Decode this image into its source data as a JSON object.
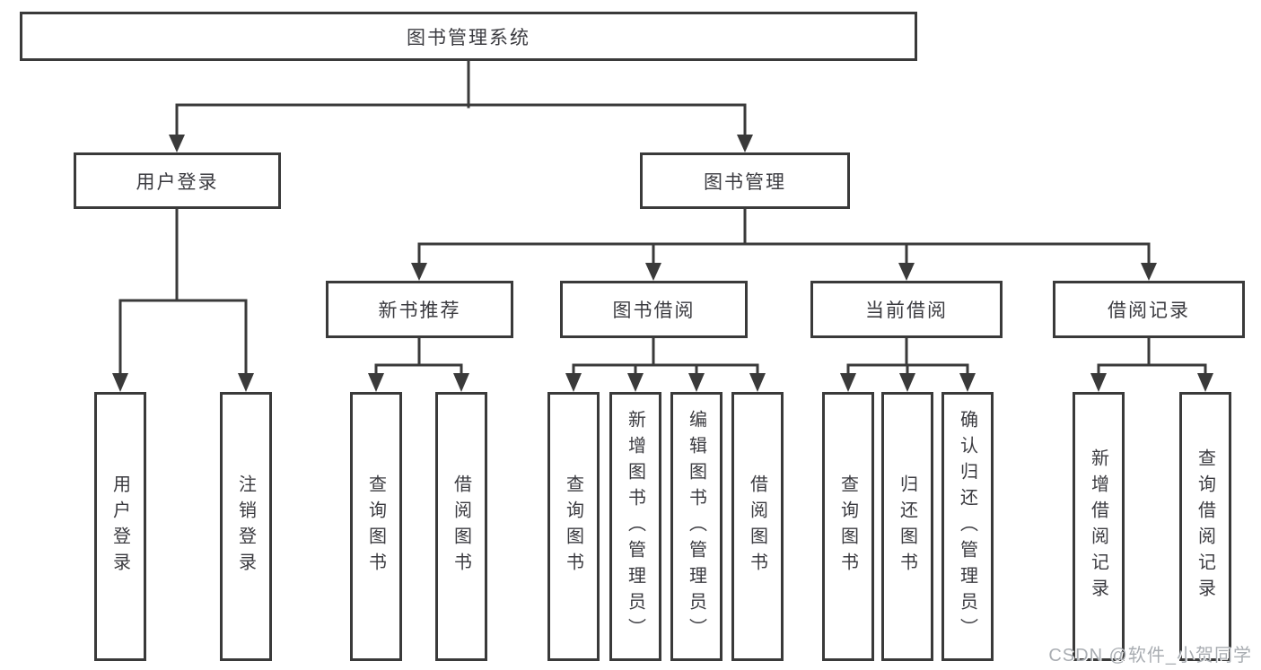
{
  "diagram": {
    "root": "图书管理系统",
    "branches": [
      {
        "label": "用户登录",
        "children": [
          "用户登录",
          "注销登录"
        ]
      },
      {
        "label": "图书管理",
        "sections": [
          {
            "label": "新书推荐",
            "children": [
              "查询图书",
              "借阅图书"
            ]
          },
          {
            "label": "图书借阅",
            "children": [
              "查询图书",
              "新增图书（管理员）",
              "编辑图书（管理员）",
              "借阅图书"
            ]
          },
          {
            "label": "当前借阅",
            "children": [
              "查询图书",
              "归还图书",
              "确认归还（管理员）"
            ]
          },
          {
            "label": "借阅记录",
            "children": [
              "新增借阅记录",
              "查询借阅记录"
            ]
          }
        ]
      }
    ],
    "colors": {
      "line": "#3a3a3a",
      "box_border": "#3a3a3a",
      "text": "#3b3b40",
      "background": "#ffffff",
      "watermark": "#a9adb2"
    }
  },
  "watermark": "CSDN @软件_小贺同学"
}
